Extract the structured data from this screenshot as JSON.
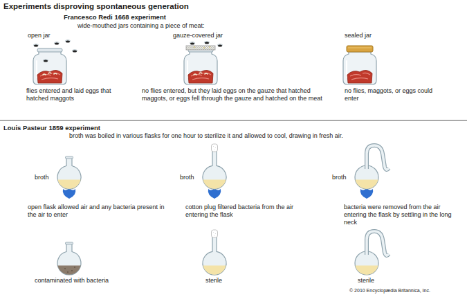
{
  "diagram": {
    "title": "Experiments disproving spontaneous generation",
    "labels": [
      "Francesco Redi 1668 experiment",
      "wide-mouthed jars containing a piece of meat:",
      "open jar",
      "gauze-covered jar",
      "sealed jar",
      "flies entered and laid eggs that hatched maggots",
      "no flies entered, but they laid eggs on the gauze that hatched maggots, or eggs fell through the gauze and hatched on the meat",
      "no flies, maggots, or eggs could enter",
      "Louis Pasteur 1859 experiment",
      "broth was boiled in various flasks for one hour to sterilize it and allowed to cool, drawing in fresh air.",
      "broth",
      "broth",
      "broth",
      "open flask allowed air and any bacteria present in the air to enter",
      "cotton plug filtered bacteria from the air entering the flask",
      "bacteria were removed from the air entering the flask by settling in the long neck",
      "contaminated with bacteria",
      "sterile",
      "sterile",
      "© 2010 Encyclopædia Britannica, Inc."
    ]
  }
}
